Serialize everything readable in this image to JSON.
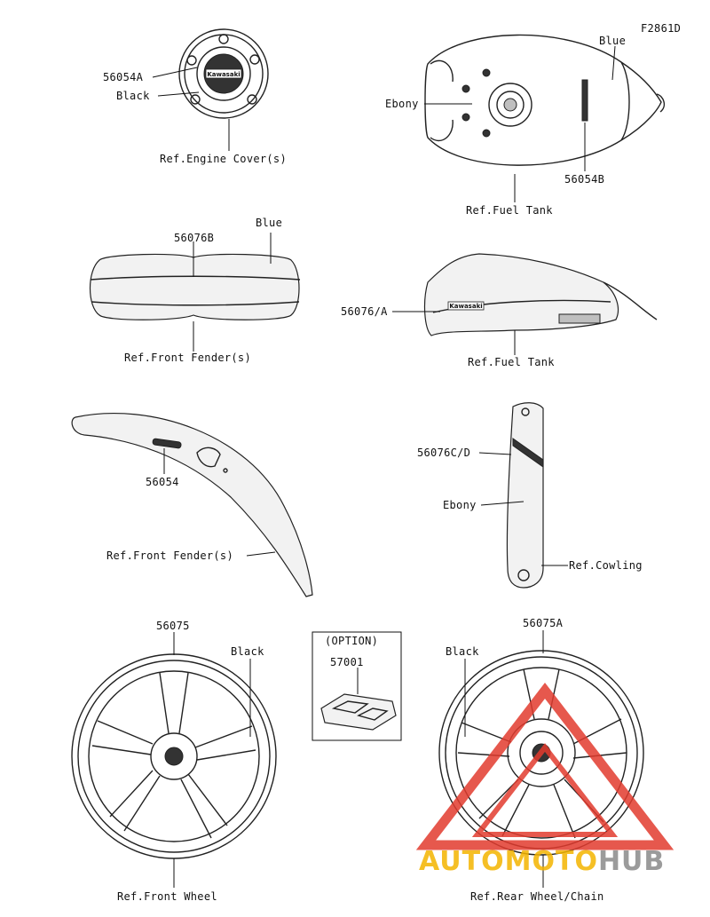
{
  "figure_code": "F2861D",
  "engine_cover": {
    "part": "56054A",
    "color": "Black",
    "ref": "Ref.Engine Cover(s)",
    "emblem_text": "Kawasaki"
  },
  "fuel_tank_top": {
    "color_top": "Blue",
    "color_ebony": "Ebony",
    "part": "56054B",
    "ref": "Ref.Fuel Tank"
  },
  "front_fender_top": {
    "part": "56076B",
    "color": "Blue",
    "ref": "Ref.Front Fender(s)"
  },
  "fuel_tank_side": {
    "part": "56076/A",
    "ref": "Ref.Fuel Tank",
    "emblem_text": "Kawasaki"
  },
  "front_fender_side": {
    "part": "56054",
    "ref": "Ref.Front Fender(s)"
  },
  "cowling": {
    "part": "56076C/D",
    "color": "Ebony",
    "ref": "Ref.Cowling"
  },
  "front_wheel": {
    "part": "56075",
    "color": "Black",
    "ref": "Ref.Front Wheel"
  },
  "option": {
    "heading": "(OPTION)",
    "part": "57001"
  },
  "rear_wheel": {
    "part": "56075A",
    "color": "Black",
    "ref": "Ref.Rear Wheel/Chain"
  },
  "watermark": {
    "text_a": "AUTO",
    "text_b": "MOTO",
    "text_c": "HUB",
    "color_orange": "#f4b400",
    "color_red": "#e23b2e",
    "color_gray": "#8a8a8a"
  }
}
